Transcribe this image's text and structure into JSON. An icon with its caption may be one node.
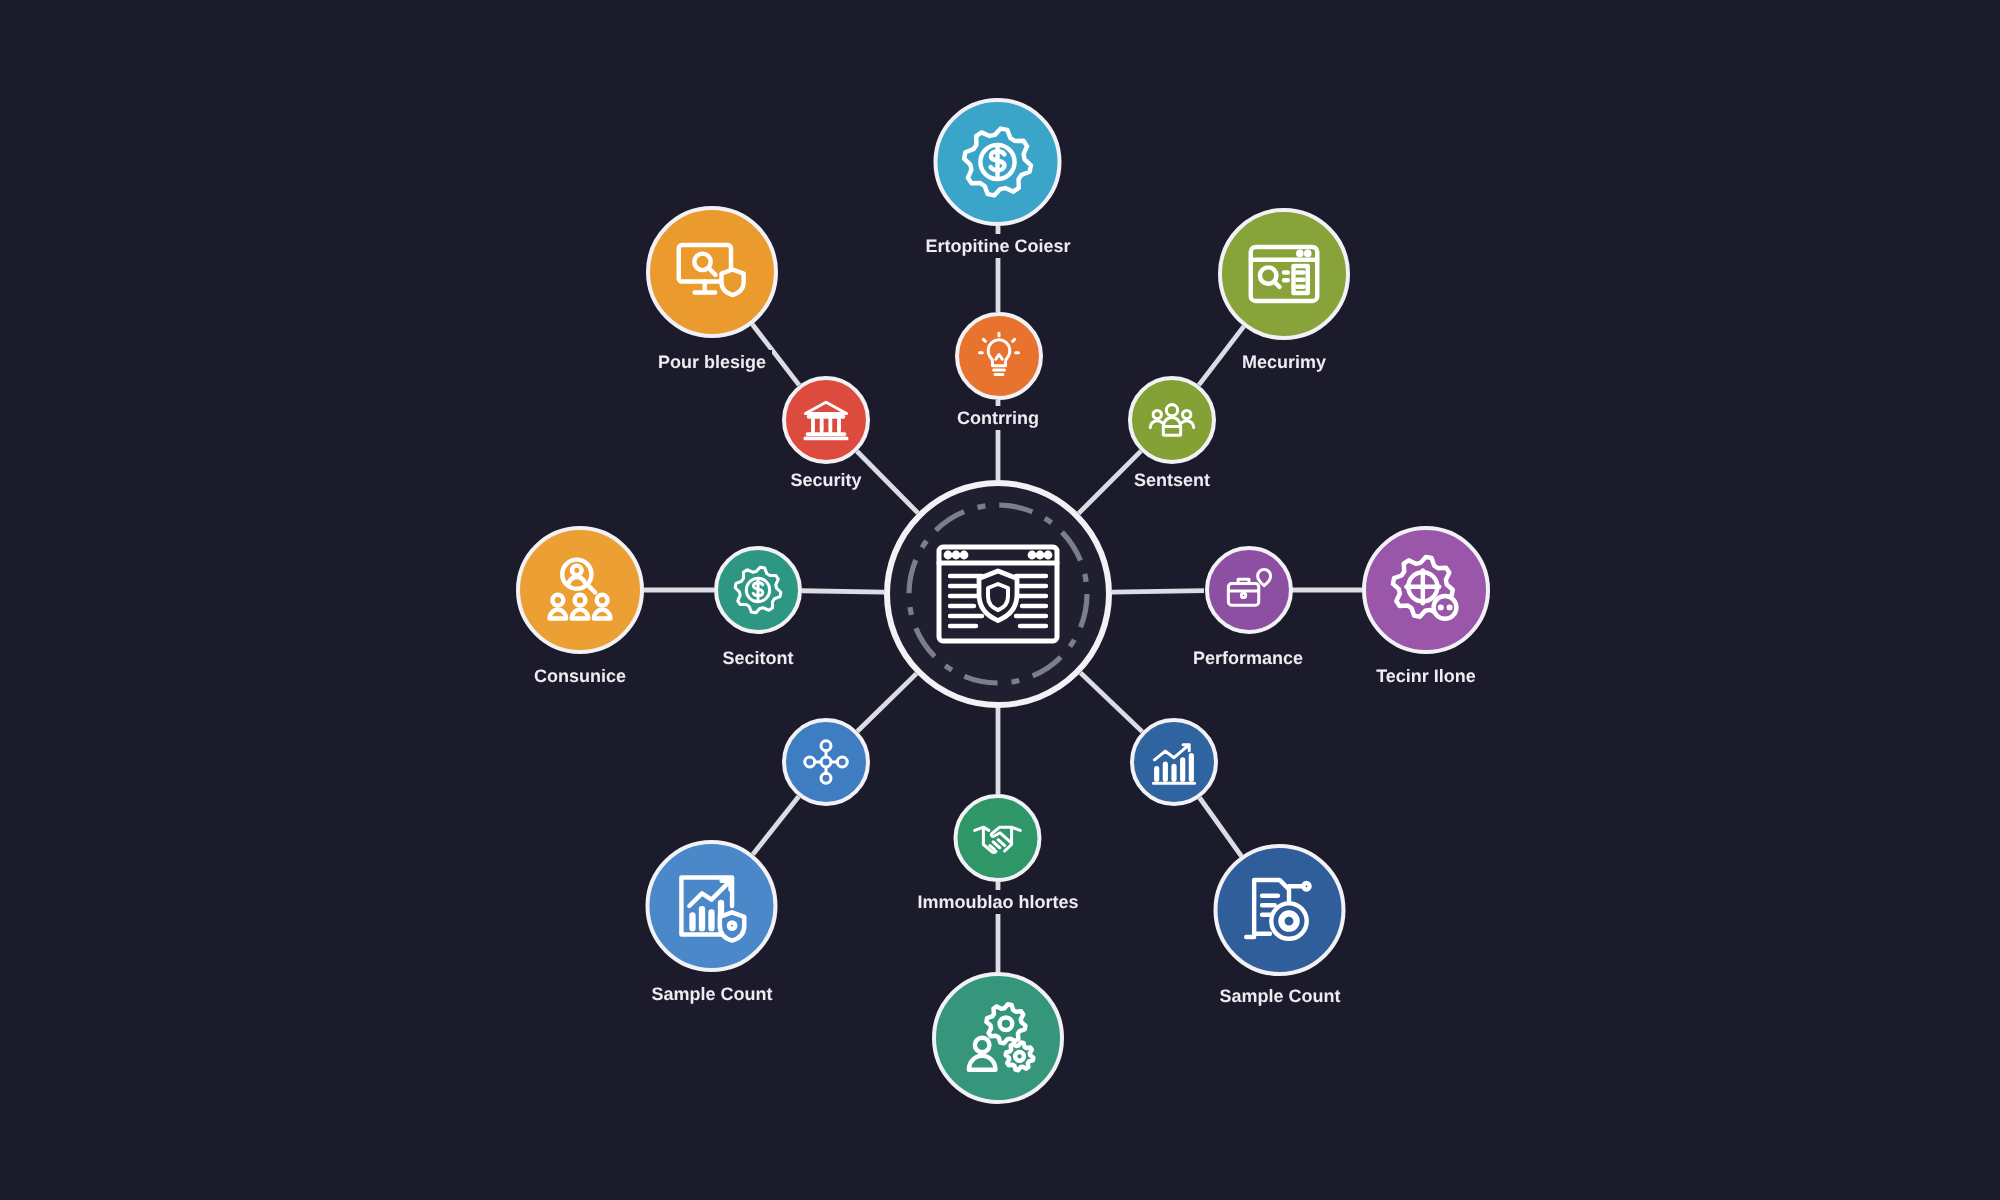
{
  "diagram": {
    "nodes": [
      {
        "text": [],
        "shape": "circle"
      },
      {
        "text": [
          "Ertopitine Coiesr"
        ]
      },
      {
        "text": [
          "Contrring"
        ]
      },
      {
        "text": [
          "Pour blesige"
        ]
      },
      {
        "text": [
          "Security"
        ]
      },
      {
        "text": [
          "Mecurimy"
        ]
      },
      {
        "text": [
          "Sentsent"
        ]
      },
      {
        "text": [
          "Consunice"
        ]
      },
      {
        "text": [
          "Secitont"
        ]
      },
      {
        "text": [
          "Performance"
        ]
      },
      {
        "text": [
          "Tecinr Ilone"
        ]
      },
      {
        "text": [],
        "shape": "circle"
      },
      {
        "text": [
          "Sample Count"
        ]
      },
      {
        "text": [
          "Immoublao hlortes"
        ]
      },
      {
        "text": [],
        "shape": "circle"
      },
      {
        "text": [],
        "shape": "circle"
      },
      {
        "text": [
          "Sample Count"
        ]
      }
    ],
    "edges": [
      {
        "from": 0,
        "to": 2,
        "arrow": "none"
      },
      {
        "from": 2,
        "to": 1,
        "arrow": "none"
      },
      {
        "from": 0,
        "to": 4,
        "arrow": "none"
      },
      {
        "from": 4,
        "to": 3,
        "arrow": "none"
      },
      {
        "from": 0,
        "to": 6,
        "arrow": "none"
      },
      {
        "from": 6,
        "to": 5,
        "arrow": "none"
      },
      {
        "from": 0,
        "to": 8,
        "arrow": "none"
      },
      {
        "from": 8,
        "to": 7,
        "arrow": "none"
      },
      {
        "from": 0,
        "to": 9,
        "arrow": "none"
      },
      {
        "from": 9,
        "to": 10,
        "arrow": "none"
      },
      {
        "from": 0,
        "to": 11,
        "arrow": "none"
      },
      {
        "from": 11,
        "to": 12,
        "arrow": "none"
      },
      {
        "from": 0,
        "to": 13,
        "arrow": "none"
      },
      {
        "from": 13,
        "to": 14,
        "arrow": "none"
      },
      {
        "from": 0,
        "to": 15,
        "arrow": "none"
      },
      {
        "from": 15,
        "to": 16,
        "arrow": "none"
      }
    ]
  }
}
